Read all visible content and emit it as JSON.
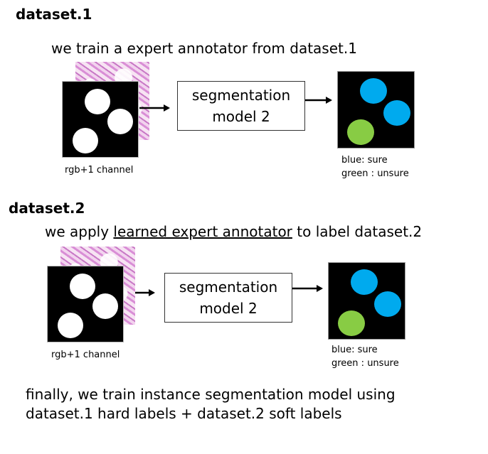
{
  "section1": {
    "title": "dataset.1",
    "description": "we train a expert annotator from dataset.1",
    "input_label": "rgb+1 channel",
    "model_line1": "segmentation",
    "model_line2": "model 2",
    "legend_sure": "blue: sure",
    "legend_unsure": "green : unsure"
  },
  "section2": {
    "title": "dataset.2",
    "desc_before": "we apply ",
    "desc_link": "learned expert annotator",
    "desc_after": " to label dataset.2",
    "input_label": "rgb+1 channel",
    "model_line1": "segmentation",
    "model_line2": "model 2",
    "legend_sure": "blue: sure",
    "legend_unsure": "green : unsure"
  },
  "footer": {
    "line1": "finally, we train instance segmentation model using",
    "line2": "dataset.1 hard labels + dataset.2 soft labels"
  },
  "colors": {
    "sure": "#00aaee",
    "unsure": "#88cc44"
  }
}
